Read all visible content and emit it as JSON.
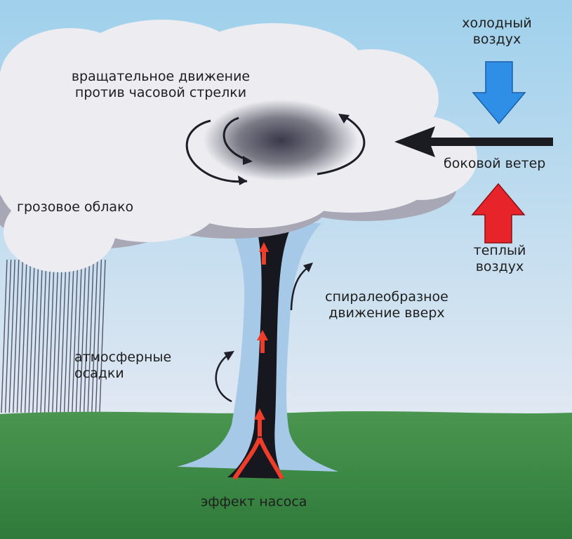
{
  "labels": {
    "rotation": [
      "вращательное движение",
      "против часовой стрелки"
    ],
    "cold_air": [
      "холодный",
      "воздух"
    ],
    "side_wind": "боковой ветер",
    "warm_air": [
      "теплый",
      "воздух"
    ],
    "storm_cloud": "грозовое облако",
    "spiral": [
      "спиралеобразное",
      "движение вверх"
    ],
    "precipitation": [
      "атмосферные",
      "осадки"
    ],
    "pump_effect": "эффект насоса"
  },
  "colors": {
    "sky_top": "#9fd0ec",
    "sky_bottom": "#f4eff4",
    "ground": "#3e8a46",
    "cloud": "#ececf1",
    "cloud_shadow": "#a7a7b6",
    "vortex_core": "#2f2f40",
    "funnel_outer": "#a6c9e8",
    "funnel_core": "#17171f",
    "cold_arrow": "#2f8fe6",
    "warm_arrow": "#e8242b",
    "wind_arrow": "#1b1b22",
    "updraft_arrow": "#ef3d2a"
  }
}
